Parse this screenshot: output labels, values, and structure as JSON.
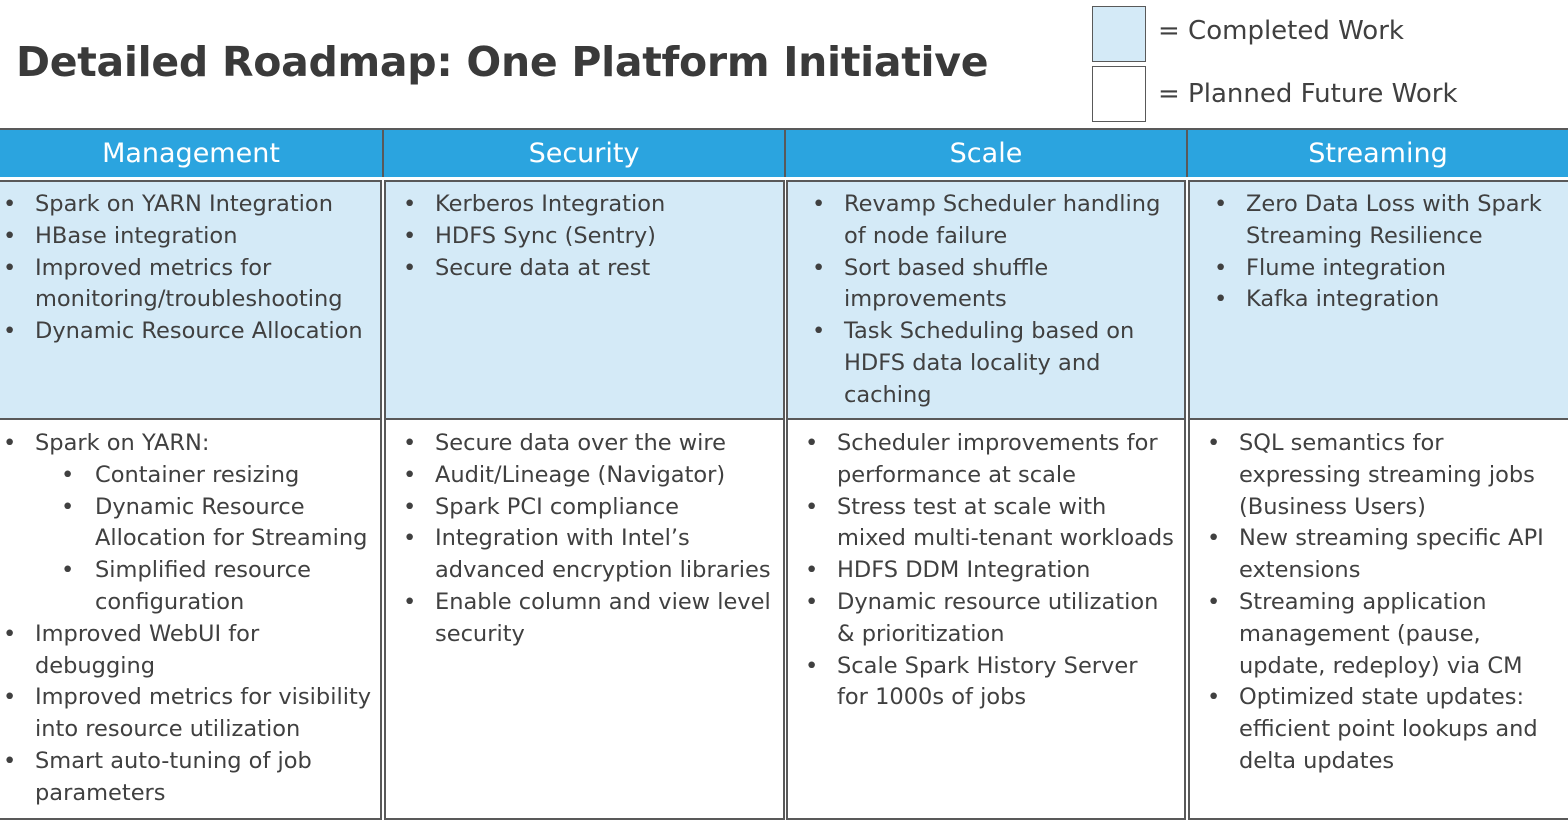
{
  "title": "Detailed Roadmap: One Platform Initiative",
  "legend": {
    "completed_label": "= Completed Work",
    "planned_label": "= Planned Future Work",
    "completed_color": "#d4eaf7",
    "planned_color": "#ffffff"
  },
  "header_color": "#2ba4df",
  "bullet": "•",
  "columns": [
    {
      "header": "Management",
      "completed": [
        "Spark on YARN Integration",
        "HBase integration",
        "Improved metrics for monitoring/troubleshooting",
        "Dynamic Resource Allocation"
      ],
      "planned": [
        "Spark on YARN:",
        "Container resizing",
        "Dynamic Resource Allocation for Streaming",
        "Simplified resource configuration",
        "Improved WebUI for debugging",
        "Improved metrics for visibility into resource utilization",
        "Smart auto-tuning of job parameters"
      ]
    },
    {
      "header": "Security",
      "completed": [
        "Kerberos Integration",
        "HDFS Sync (Sentry)",
        "Secure data at rest"
      ],
      "planned": [
        "Secure data over the wire",
        "Audit/Lineage (Navigator)",
        "Spark PCI compliance",
        "Integration with Intel’s advanced encryption libraries",
        "Enable column and view level security"
      ]
    },
    {
      "header": "Scale",
      "completed": [
        "Revamp Scheduler handling of node failure",
        "Sort based shuffle improvements",
        "Task Scheduling based on HDFS data locality and caching"
      ],
      "planned": [
        "Scheduler improvements for performance at scale",
        "Stress test at scale with mixed multi-tenant workloads",
        "HDFS DDM Integration",
        "Dynamic resource utilization & prioritization",
        "Scale Spark History Server for 1000s of jobs"
      ]
    },
    {
      "header": "Streaming",
      "completed": [
        "Zero Data Loss with Spark Streaming Resilience",
        "Flume integration",
        "Kafka integration"
      ],
      "planned": [
        "SQL semantics for expressing streaming jobs (Business Users)",
        "New streaming specific API extensions",
        "Streaming application management (pause, update, redeploy) via CM",
        "Optimized state updates: efficient point lookups and delta updates"
      ]
    }
  ]
}
